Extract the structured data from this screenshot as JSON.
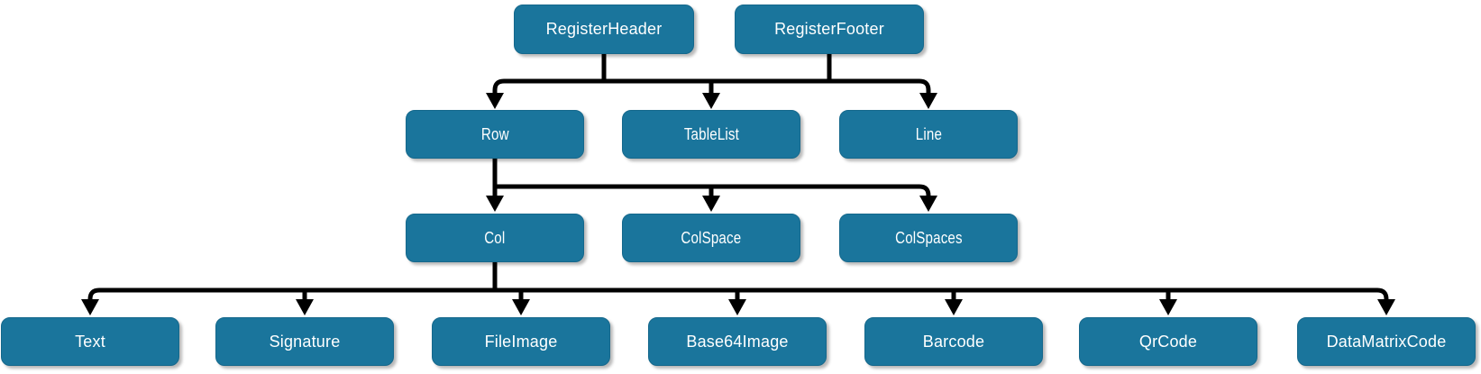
{
  "diagram": {
    "type": "hierarchy-tree",
    "background_color": "#FFFFFF",
    "node_fill_color": "#1A759C",
    "node_border_color": "#15688C",
    "node_text_color": "#FFFFFF",
    "connector_color": "#000000",
    "nodes": {
      "registerHeader": {
        "label": "RegisterHeader"
      },
      "registerFooter": {
        "label": "RegisterFooter"
      },
      "row": {
        "label": "Row"
      },
      "tableList": {
        "label": "TableList"
      },
      "line": {
        "label": "Line"
      },
      "col": {
        "label": "Col"
      },
      "colSpace": {
        "label": "ColSpace"
      },
      "colSpaces": {
        "label": "ColSpaces"
      },
      "text": {
        "label": "Text"
      },
      "signature": {
        "label": "Signature"
      },
      "fileImage": {
        "label": "FileImage"
      },
      "base64Image": {
        "label": "Base64Image"
      },
      "barcode": {
        "label": "Barcode"
      },
      "qrCode": {
        "label": "QrCode"
      },
      "dataMatrixCode": {
        "label": "DataMatrixCode"
      }
    },
    "edges": [
      {
        "from": "RegisterHeader",
        "to": "Row"
      },
      {
        "from": "RegisterHeader",
        "to": "TableList"
      },
      {
        "from": "RegisterHeader",
        "to": "Line"
      },
      {
        "from": "RegisterFooter",
        "to": "Row"
      },
      {
        "from": "RegisterFooter",
        "to": "TableList"
      },
      {
        "from": "RegisterFooter",
        "to": "Line"
      },
      {
        "from": "Row",
        "to": "Col"
      },
      {
        "from": "Row",
        "to": "ColSpace"
      },
      {
        "from": "Row",
        "to": "ColSpaces"
      },
      {
        "from": "Col",
        "to": "Text"
      },
      {
        "from": "Col",
        "to": "Signature"
      },
      {
        "from": "Col",
        "to": "FileImage"
      },
      {
        "from": "Col",
        "to": "Base64Image"
      },
      {
        "from": "Col",
        "to": "Barcode"
      },
      {
        "from": "Col",
        "to": "QrCode"
      },
      {
        "from": "Col",
        "to": "DataMatrixCode"
      }
    ]
  }
}
